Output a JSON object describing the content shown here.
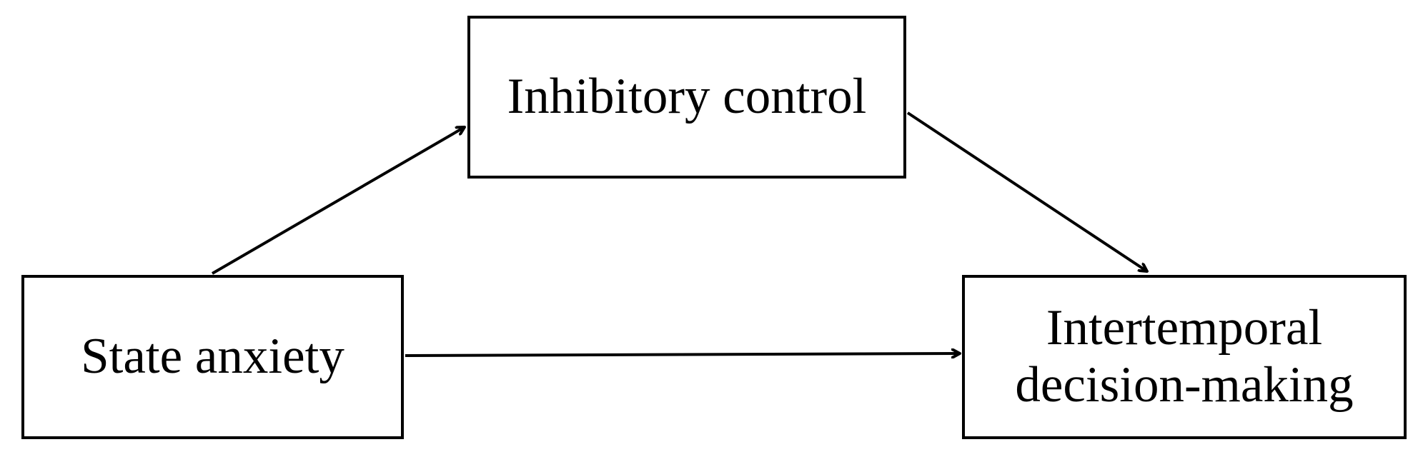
{
  "diagram": {
    "nodes": {
      "mediator": {
        "line1": "Inhibitory control"
      },
      "predictor": {
        "line1": "State anxiety"
      },
      "outcome": {
        "line1": "Intertemporal",
        "line2": "decision-making"
      }
    },
    "edges": [
      {
        "from": "State anxiety",
        "to": "Inhibitory control"
      },
      {
        "from": "Inhibitory control",
        "to": "Intertemporal decision-making"
      },
      {
        "from": "State anxiety",
        "to": "Intertemporal decision-making"
      }
    ],
    "colors": {
      "stroke": "#000000",
      "background": "#ffffff"
    }
  }
}
